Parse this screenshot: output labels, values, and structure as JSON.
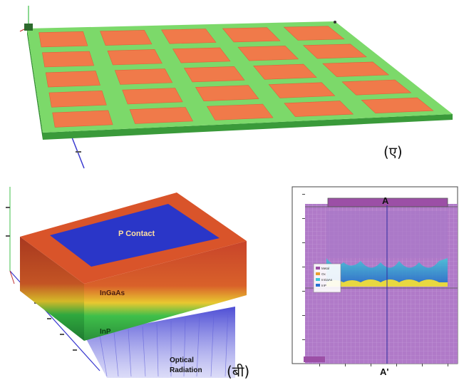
{
  "panel_a": {
    "caption": "(ए)"
  },
  "panel_b": {
    "caption": "(बी)",
    "labels": {
      "contact": "P Contact",
      "layer1": "InGaAs",
      "layer2": "InP",
      "radiation_line1": "Optical",
      "radiation_line2": "Radiation"
    }
  },
  "panel_c": {
    "label_top": "A",
    "label_bottom": "A'",
    "legend": [
      "Metal",
      "Ox",
      "InGaAs",
      "InP"
    ],
    "colors": {
      "background": "#b07ac8",
      "metal": "#9c4fa6",
      "band_yellow": "#e8d840",
      "band_cyan": "#40c8d8"
    }
  },
  "colors": {
    "pad_orange": "#f07a4a",
    "grid_green": "#7cd96a",
    "contact_blue": "#2a36c8",
    "layer_orange": "#d9542a",
    "layer_green": "#3fbf4a"
  }
}
